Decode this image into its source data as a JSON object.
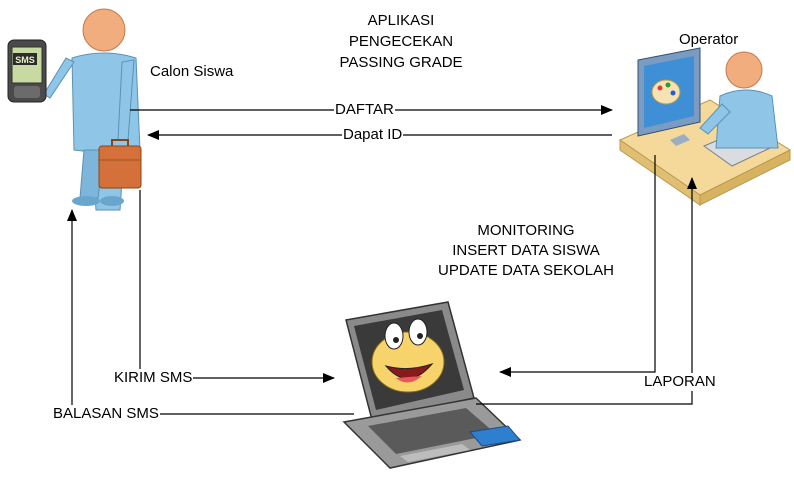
{
  "title": {
    "lines": [
      "APLIKASI",
      "PENGECEKAN",
      "PASSING GRADE"
    ]
  },
  "actors": {
    "student": "Calon Siswa",
    "operator": "Operator",
    "phone_screen_text": "SMS"
  },
  "flows": {
    "register": "DAFTAR",
    "get_id": "Dapat ID",
    "send_sms": "KIRIM SMS",
    "reply_sms": "BALASAN SMS",
    "report": "LAPORAN"
  },
  "tasks": {
    "lines": [
      "MONITORING",
      "INSERT DATA SISWA",
      "UPDATE DATA SEKOLAH"
    ]
  },
  "colors": {
    "person_body": "#8fc6e8",
    "person_head": "#f2ad7e",
    "briefcase": "#d4703a",
    "desk": "#f5d99a",
    "monitor_screen": "#3f8fd6",
    "laptop_body": "#8a8a8a",
    "laptop_screen_face": "#f6d36b",
    "arrow": "#000000"
  }
}
